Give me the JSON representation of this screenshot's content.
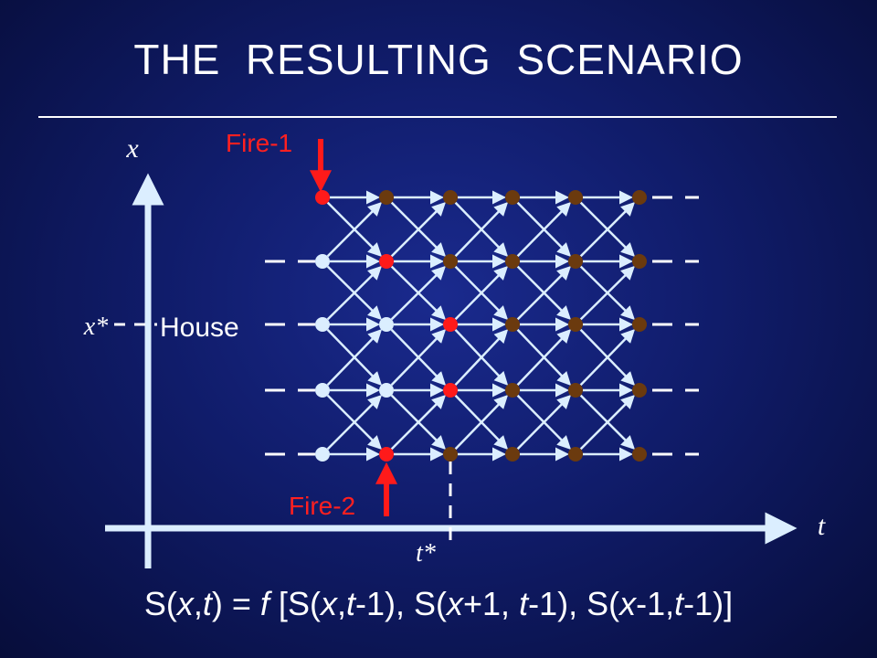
{
  "title": "THE  RESULTING  SCENARIO",
  "labels": {
    "x_axis": "x",
    "t_axis": "t",
    "x_star": "x*",
    "t_star": "t*",
    "house": "House",
    "fire1": "Fire-1",
    "fire2": "Fire-2"
  },
  "formula_parts": [
    {
      "t": "S",
      "i": false
    },
    {
      "t": "(",
      "i": false
    },
    {
      "t": "x",
      "i": true
    },
    {
      "t": ",",
      "i": false
    },
    {
      "t": "t",
      "i": true
    },
    {
      "t": ") = ",
      "i": false
    },
    {
      "t": "f",
      "i": true
    },
    {
      "t": " [",
      "i": false
    },
    {
      "t": "S",
      "i": false
    },
    {
      "t": "(",
      "i": false
    },
    {
      "t": "x",
      "i": true
    },
    {
      "t": ",",
      "i": false
    },
    {
      "t": "t",
      "i": true
    },
    {
      "t": "-1), ",
      "i": false
    },
    {
      "t": "S",
      "i": false
    },
    {
      "t": "(",
      "i": false
    },
    {
      "t": "x",
      "i": true
    },
    {
      "t": "+1, ",
      "i": false
    },
    {
      "t": "t",
      "i": true
    },
    {
      "t": "-1), ",
      "i": false
    },
    {
      "t": "S",
      "i": false
    },
    {
      "t": "(",
      "i": false
    },
    {
      "t": "x",
      "i": true
    },
    {
      "t": "-1,",
      "i": false
    },
    {
      "t": "t",
      "i": true
    },
    {
      "t": "-1)]",
      "i": false
    }
  ],
  "colors": {
    "background": "#101c6a",
    "fire": "#ff1a1a",
    "burnt": "#6b3a0e",
    "unburnt": "#dbeeff",
    "edge": "#dbeeff",
    "text": "#ffffff",
    "fire_label": "#ff2020"
  },
  "grid": {
    "rows": 5,
    "cols": 6,
    "states": [
      [
        "fire",
        "burnt",
        "burnt",
        "burnt",
        "burnt",
        "burnt"
      ],
      [
        "unburnt",
        "fire",
        "burnt",
        "burnt",
        "burnt",
        "burnt"
      ],
      [
        "unburnt",
        "unburnt",
        "fire",
        "burnt",
        "burnt",
        "burnt"
      ],
      [
        "unburnt",
        "unburnt",
        "fire",
        "burnt",
        "burnt",
        "burnt"
      ],
      [
        "unburnt",
        "fire",
        "burnt",
        "burnt",
        "burnt",
        "burnt"
      ]
    ]
  }
}
